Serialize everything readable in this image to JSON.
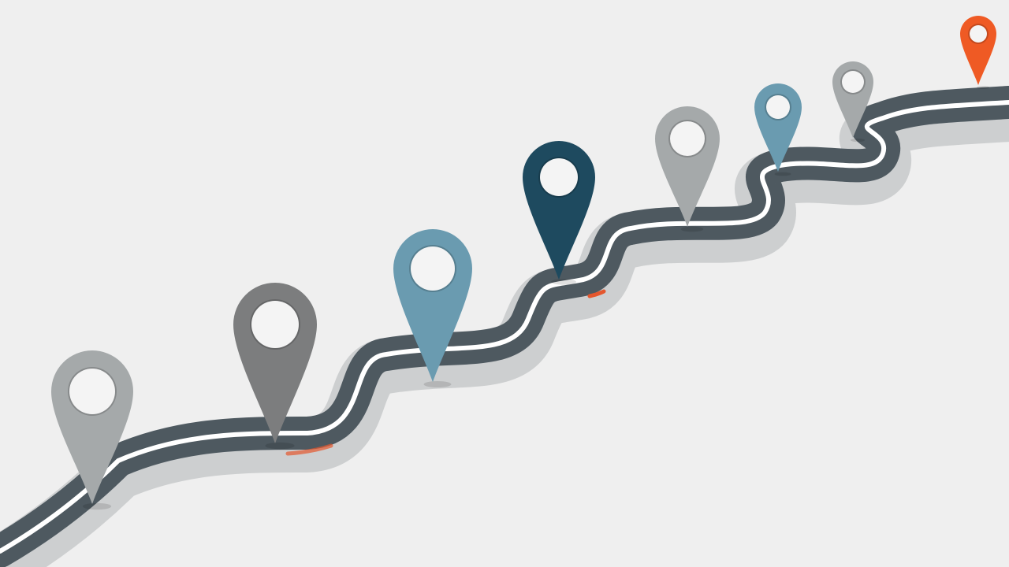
{
  "scene": {
    "background_color": "#efefef",
    "road": {
      "shadow_color": "#cdcfd0",
      "asphalt_color": "#4e5960",
      "line_color": "#ffffff",
      "accent_color": "#e4572e"
    },
    "pins": [
      {
        "name": "pin-1-light-gray",
        "icon": "map-pin-icon",
        "color": "#a5a9aa"
      },
      {
        "name": "pin-2-dark-gray",
        "icon": "map-pin-icon",
        "color": "#7c7d7e"
      },
      {
        "name": "pin-3-light-blue",
        "icon": "map-pin-icon",
        "color": "#6a9bb0"
      },
      {
        "name": "pin-4-navy",
        "icon": "map-pin-icon",
        "color": "#1e4a5f"
      },
      {
        "name": "pin-5-light-gray",
        "icon": "map-pin-icon",
        "color": "#a5a9aa"
      },
      {
        "name": "pin-6-light-blue",
        "icon": "map-pin-icon",
        "color": "#6a9bb0"
      },
      {
        "name": "pin-7-light-gray",
        "icon": "map-pin-icon",
        "color": "#a5a9aa"
      },
      {
        "name": "pin-8-orange",
        "icon": "map-pin-icon",
        "color": "#ef5a24"
      }
    ]
  }
}
